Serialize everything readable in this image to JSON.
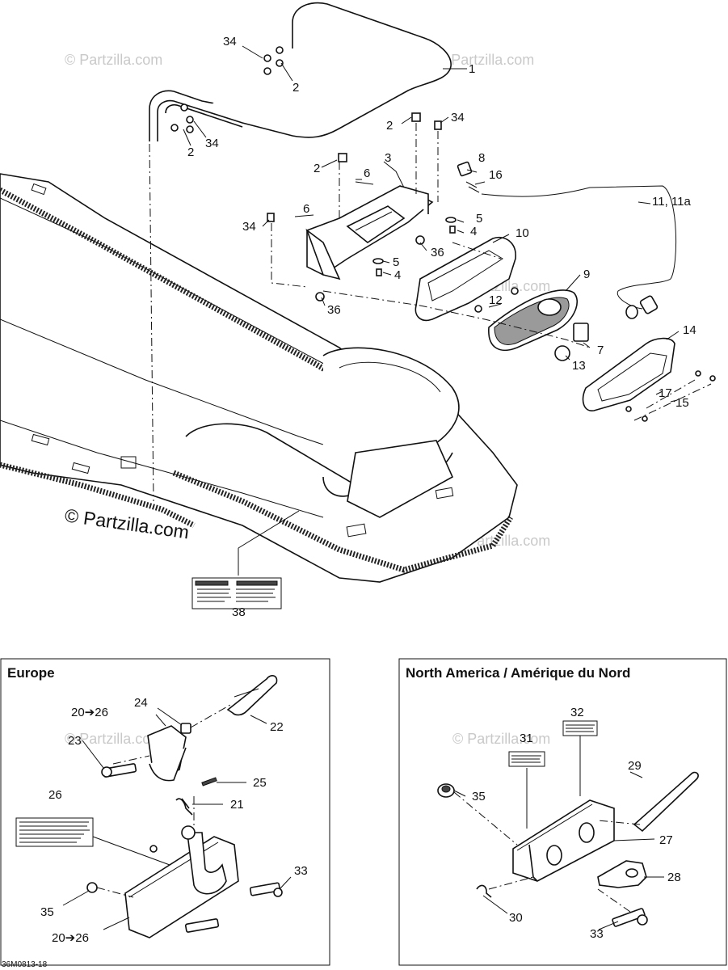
{
  "watermarks": {
    "main": "© Partzilla.com",
    "faint": "© Partzilla.com"
  },
  "callouts": {
    "c1": "1",
    "c2a": "2",
    "c2b": "2",
    "c2c": "2",
    "c2d": "2",
    "c3": "3",
    "c4a": "4",
    "c4b": "4",
    "c5a": "5",
    "c5b": "5",
    "c6a": "6",
    "c6b": "6",
    "c7": "7",
    "c8": "8",
    "c9": "9",
    "c10": "10",
    "c11": "11, 11a",
    "c12": "12",
    "c13": "13",
    "c14": "14",
    "c15": "15",
    "c16": "16",
    "c17": "17",
    "c34a": "34",
    "c34b": "34",
    "c34c": "34",
    "c34d": "34",
    "c36a": "36",
    "c36b": "36",
    "c38": "38"
  },
  "europe": {
    "title": "Europe",
    "c20a": "20➔26",
    "c20b": "20➔26",
    "c21": "21",
    "c22": "22",
    "c23": "23",
    "c24": "24",
    "c25": "25",
    "c26": "26",
    "c33": "33",
    "c35": "35"
  },
  "north_america": {
    "title": "North America / Amérique du Nord",
    "c27": "27",
    "c28": "28",
    "c29": "29",
    "c30": "30",
    "c31": "31",
    "c32": "32",
    "c33": "33",
    "c35": "35"
  },
  "diagram_code": "36M0813-18"
}
